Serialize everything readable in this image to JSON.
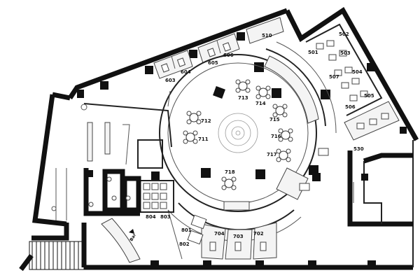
{
  "rooms": {
    "r510": "510",
    "r502": "502",
    "r503": "503",
    "r501": "501",
    "r504": "504",
    "r507": "507",
    "r505": "505",
    "r506": "506",
    "r530": "530",
    "r606": "606",
    "r605": "605",
    "r604": "604",
    "r603": "603",
    "r713": "713",
    "r714": "714",
    "r712": "712",
    "r715": "715",
    "r711": "711",
    "r716": "716",
    "r717": "717",
    "r718": "718",
    "r804": "804",
    "r803": "803",
    "r801": "801",
    "r802": "802",
    "r704": "704",
    "r703": "703",
    "r702": "702",
    "bar": "Bar"
  }
}
